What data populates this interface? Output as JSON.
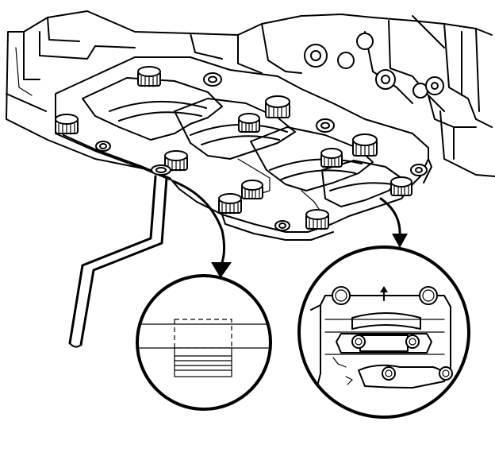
{
  "figure": {
    "colors": {
      "line": "#000000",
      "background": "#ffffff"
    },
    "views": [
      {
        "name": "bearing-insert-gauge-detail",
        "icon": "magnifier-circle"
      },
      {
        "name": "bolt-pattern-detail",
        "icon": "magnifier-circle"
      }
    ],
    "direction_marker": {
      "icon": "up-arrow-icon"
    },
    "callouts": [
      {
        "icon": "curved-arrow-icon",
        "points_to": "bearing-insert-gauge-detail"
      },
      {
        "icon": "curved-arrow-icon",
        "points_to": "bolt-pattern-detail"
      }
    ]
  }
}
